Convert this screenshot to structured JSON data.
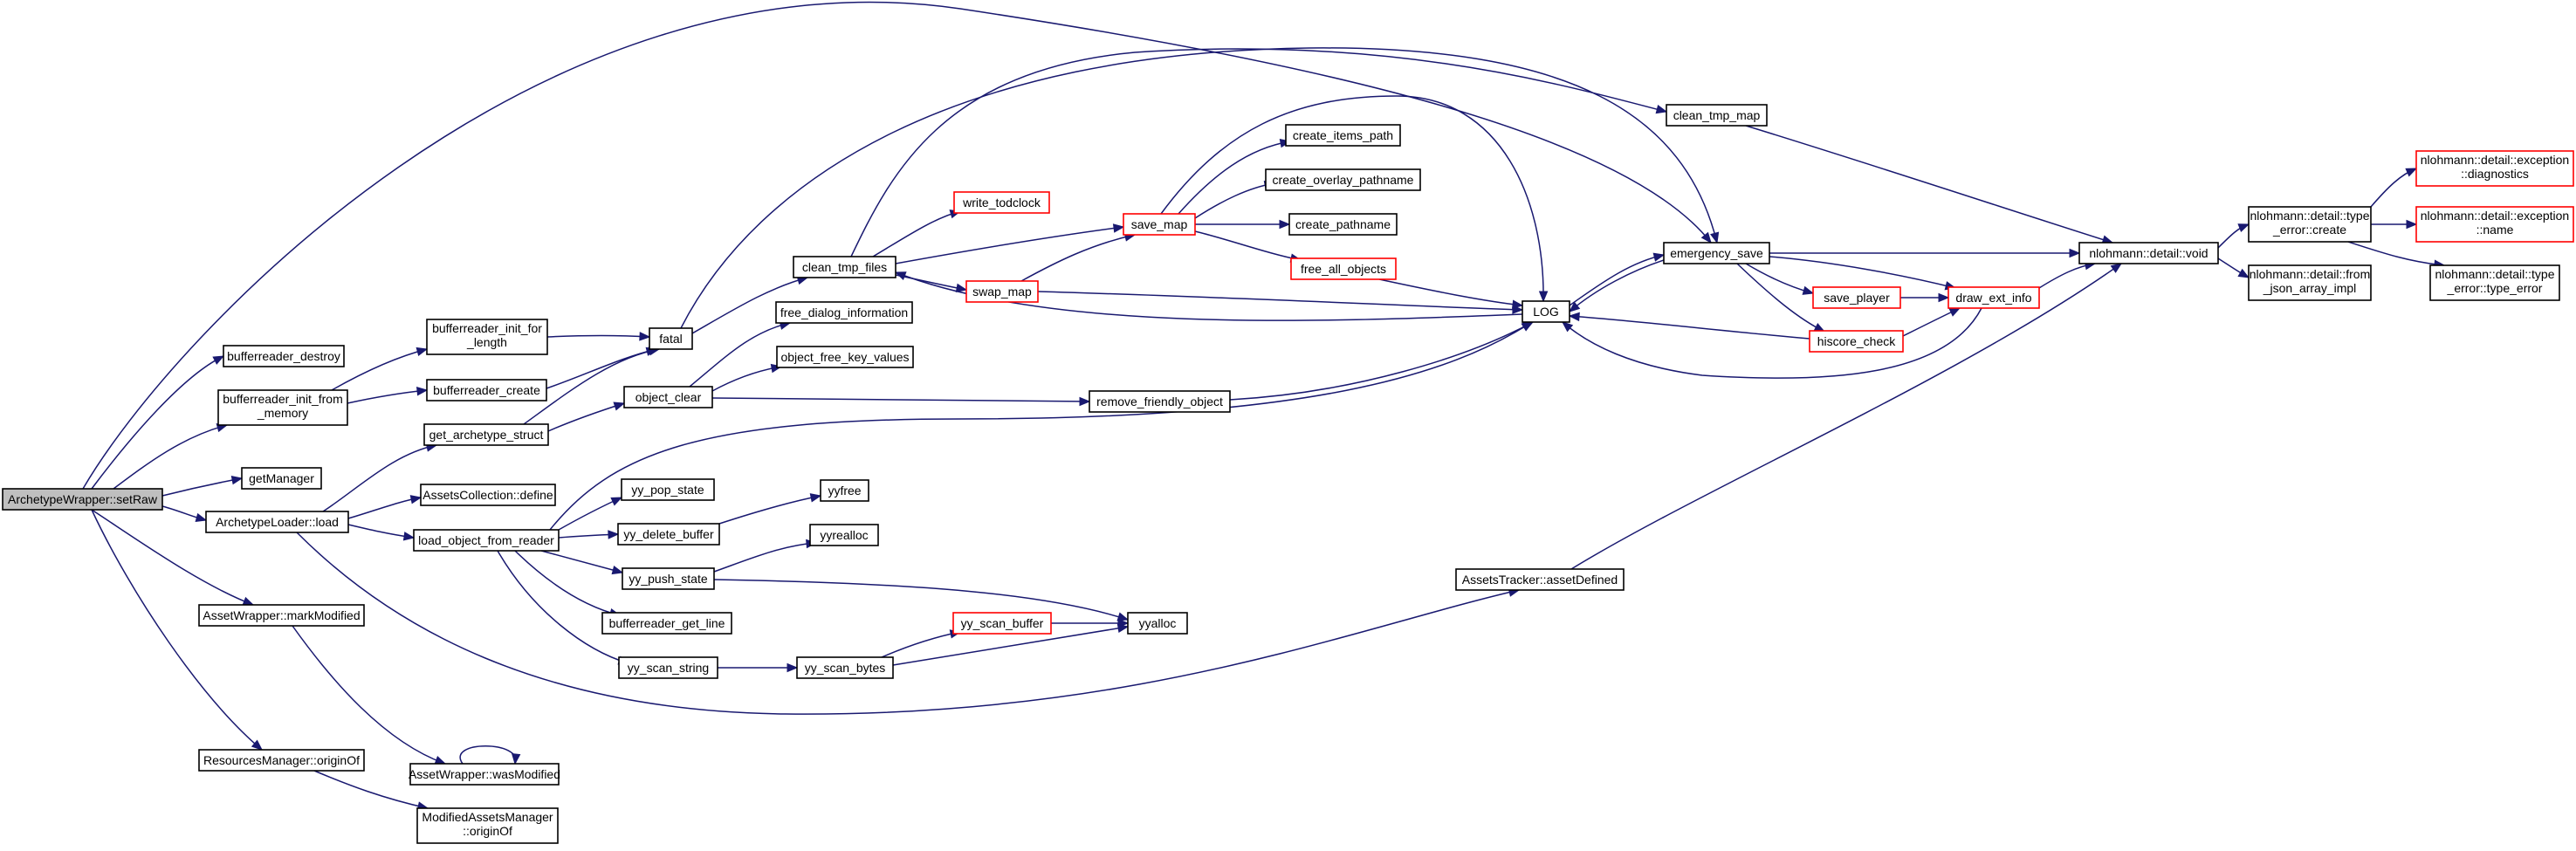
{
  "graph": {
    "colors": {
      "edge": "#191970",
      "node_border": "#000000",
      "node_border_truncated": "#ff0000",
      "root_fill": "#bfbfbf",
      "node_fill": "#ffffff"
    },
    "nodes": [
      {
        "id": "setRaw",
        "lines": [
          "ArchetypeWrapper::setRaw"
        ],
        "style": "root"
      },
      {
        "id": "bufferreader_destroy",
        "lines": [
          "bufferreader_destroy"
        ],
        "style": "normal"
      },
      {
        "id": "bufferreader_init_from_memory",
        "lines": [
          "bufferreader_init_from",
          "_memory"
        ],
        "style": "normal"
      },
      {
        "id": "getManager",
        "lines": [
          "getManager"
        ],
        "style": "normal"
      },
      {
        "id": "ArchetypeLoader_load",
        "lines": [
          "ArchetypeLoader::load"
        ],
        "style": "normal"
      },
      {
        "id": "markModified",
        "lines": [
          "AssetWrapper::markModified"
        ],
        "style": "normal"
      },
      {
        "id": "originOf",
        "lines": [
          "ResourcesManager::originOf"
        ],
        "style": "normal"
      },
      {
        "id": "bufferreader_init_for_length",
        "lines": [
          "bufferreader_init_for",
          "_length"
        ],
        "style": "normal"
      },
      {
        "id": "bufferreader_create",
        "lines": [
          "bufferreader_create"
        ],
        "style": "normal"
      },
      {
        "id": "get_archetype_struct",
        "lines": [
          "get_archetype_struct"
        ],
        "style": "normal"
      },
      {
        "id": "AssetsCollection_define",
        "lines": [
          "AssetsCollection::define"
        ],
        "style": "normal"
      },
      {
        "id": "load_object_from_reader",
        "lines": [
          "load_object_from_reader"
        ],
        "style": "normal"
      },
      {
        "id": "wasModified",
        "lines": [
          "AssetWrapper::wasModified"
        ],
        "style": "normal"
      },
      {
        "id": "ModifiedAssetsManager_originOf",
        "lines": [
          "ModifiedAssetsManager",
          "::originOf"
        ],
        "style": "normal"
      },
      {
        "id": "fatal",
        "lines": [
          "fatal"
        ],
        "style": "normal"
      },
      {
        "id": "object_clear",
        "lines": [
          "object_clear"
        ],
        "style": "normal"
      },
      {
        "id": "yy_pop_state",
        "lines": [
          "yy_pop_state"
        ],
        "style": "normal"
      },
      {
        "id": "yy_delete_buffer",
        "lines": [
          "yy_delete_buffer"
        ],
        "style": "normal"
      },
      {
        "id": "yy_push_state",
        "lines": [
          "yy_push_state"
        ],
        "style": "normal"
      },
      {
        "id": "bufferreader_get_line",
        "lines": [
          "bufferreader_get_line"
        ],
        "style": "normal"
      },
      {
        "id": "yy_scan_string",
        "lines": [
          "yy_scan_string"
        ],
        "style": "normal"
      },
      {
        "id": "clean_tmp_files",
        "lines": [
          "clean_tmp_files"
        ],
        "style": "normal"
      },
      {
        "id": "free_dialog_information",
        "lines": [
          "free_dialog_information"
        ],
        "style": "normal"
      },
      {
        "id": "object_free_key_values",
        "lines": [
          "object_free_key_values"
        ],
        "style": "normal"
      },
      {
        "id": "yyfree",
        "lines": [
          "yyfree"
        ],
        "style": "normal"
      },
      {
        "id": "yyrealloc",
        "lines": [
          "yyrealloc"
        ],
        "style": "normal"
      },
      {
        "id": "yy_scan_bytes",
        "lines": [
          "yy_scan_bytes"
        ],
        "style": "normal"
      },
      {
        "id": "write_todclock",
        "lines": [
          "write_todclock"
        ],
        "style": "truncated"
      },
      {
        "id": "swap_map",
        "lines": [
          "swap_map"
        ],
        "style": "truncated"
      },
      {
        "id": "yy_scan_buffer",
        "lines": [
          "yy_scan_buffer"
        ],
        "style": "truncated"
      },
      {
        "id": "save_map",
        "lines": [
          "save_map"
        ],
        "style": "truncated"
      },
      {
        "id": "yyalloc",
        "lines": [
          "yyalloc"
        ],
        "style": "normal"
      },
      {
        "id": "create_items_path",
        "lines": [
          "create_items_path"
        ],
        "style": "normal"
      },
      {
        "id": "create_overlay_pathname",
        "lines": [
          "create_overlay_pathname"
        ],
        "style": "normal"
      },
      {
        "id": "create_pathname",
        "lines": [
          "create_pathname"
        ],
        "style": "normal"
      },
      {
        "id": "free_all_objects",
        "lines": [
          "free_all_objects"
        ],
        "style": "truncated"
      },
      {
        "id": "remove_friendly_object",
        "lines": [
          "remove_friendly_object"
        ],
        "style": "normal"
      },
      {
        "id": "LOG",
        "lines": [
          "LOG"
        ],
        "style": "normal"
      },
      {
        "id": "AssetsTracker_assetDefined",
        "lines": [
          "AssetsTracker::assetDefined"
        ],
        "style": "normal"
      },
      {
        "id": "clean_tmp_map",
        "lines": [
          "clean_tmp_map"
        ],
        "style": "normal"
      },
      {
        "id": "emergency_save",
        "lines": [
          "emergency_save"
        ],
        "style": "normal"
      },
      {
        "id": "save_player",
        "lines": [
          "save_player"
        ],
        "style": "truncated"
      },
      {
        "id": "hiscore_check",
        "lines": [
          "hiscore_check"
        ],
        "style": "truncated"
      },
      {
        "id": "draw_ext_info",
        "lines": [
          "draw_ext_info"
        ],
        "style": "truncated"
      },
      {
        "id": "nlohmann_void",
        "lines": [
          "nlohmann::detail::void"
        ],
        "style": "normal"
      },
      {
        "id": "type_error_create",
        "lines": [
          "nlohmann::detail::type",
          "_error::create"
        ],
        "style": "normal"
      },
      {
        "id": "from_json_array_impl",
        "lines": [
          "nlohmann::detail::from",
          "_json_array_impl"
        ],
        "style": "normal"
      },
      {
        "id": "exception_diagnostics",
        "lines": [
          "nlohmann::detail::exception",
          "::diagnostics"
        ],
        "style": "truncated"
      },
      {
        "id": "exception_name",
        "lines": [
          "nlohmann::detail::exception",
          "::name"
        ],
        "style": "truncated"
      },
      {
        "id": "type_error_type_error",
        "lines": [
          "nlohmann::detail::type",
          "_error::type_error"
        ],
        "style": "normal"
      }
    ],
    "edges": [
      [
        "setRaw",
        "bufferreader_destroy"
      ],
      [
        "setRaw",
        "bufferreader_init_from_memory"
      ],
      [
        "setRaw",
        "getManager"
      ],
      [
        "setRaw",
        "ArchetypeLoader_load"
      ],
      [
        "setRaw",
        "markModified"
      ],
      [
        "setRaw",
        "originOf"
      ],
      [
        "setRaw",
        "fatal"
      ],
      [
        "bufferreader_init_from_memory",
        "bufferreader_init_for_length"
      ],
      [
        "bufferreader_init_from_memory",
        "bufferreader_create"
      ],
      [
        "bufferreader_init_for_length",
        "fatal"
      ],
      [
        "bufferreader_create",
        "fatal"
      ],
      [
        "ArchetypeLoader_load",
        "get_archetype_struct"
      ],
      [
        "ArchetypeLoader_load",
        "AssetsCollection_define"
      ],
      [
        "ArchetypeLoader_load",
        "load_object_from_reader"
      ],
      [
        "ArchetypeLoader_load",
        "AssetsTracker_assetDefined"
      ],
      [
        "get_archetype_struct",
        "fatal"
      ],
      [
        "get_archetype_struct",
        "object_clear"
      ],
      [
        "markModified",
        "wasModified"
      ],
      [
        "wasModified",
        "wasModified"
      ],
      [
        "originOf",
        "ModifiedAssetsManager_originOf"
      ],
      [
        "fatal",
        "clean_tmp_files"
      ],
      [
        "fatal",
        "emergency_save"
      ],
      [
        "object_clear",
        "free_dialog_information"
      ],
      [
        "object_clear",
        "object_free_key_values"
      ],
      [
        "object_clear",
        "remove_friendly_object"
      ],
      [
        "load_object_from_reader",
        "yy_pop_state"
      ],
      [
        "load_object_from_reader",
        "yy_delete_buffer"
      ],
      [
        "load_object_from_reader",
        "yy_push_state"
      ],
      [
        "load_object_from_reader",
        "bufferreader_get_line"
      ],
      [
        "load_object_from_reader",
        "yy_scan_string"
      ],
      [
        "load_object_from_reader",
        "LOG"
      ],
      [
        "yy_delete_buffer",
        "yyfree"
      ],
      [
        "yy_push_state",
        "yyrealloc"
      ],
      [
        "yy_push_state",
        "yyalloc"
      ],
      [
        "yy_scan_string",
        "yy_scan_bytes"
      ],
      [
        "yy_scan_bytes",
        "yy_scan_buffer"
      ],
      [
        "yy_scan_bytes",
        "yyalloc"
      ],
      [
        "yy_scan_buffer",
        "yyalloc"
      ],
      [
        "clean_tmp_files",
        "write_todclock"
      ],
      [
        "clean_tmp_files",
        "save_map"
      ],
      [
        "clean_tmp_files",
        "swap_map"
      ],
      [
        "clean_tmp_files",
        "clean_tmp_map"
      ],
      [
        "swap_map",
        "save_map"
      ],
      [
        "swap_map",
        "LOG"
      ],
      [
        "save_map",
        "create_items_path"
      ],
      [
        "save_map",
        "create_overlay_pathname"
      ],
      [
        "save_map",
        "create_pathname"
      ],
      [
        "save_map",
        "free_all_objects"
      ],
      [
        "save_map",
        "LOG"
      ],
      [
        "free_all_objects",
        "LOG"
      ],
      [
        "remove_friendly_object",
        "LOG"
      ],
      [
        "LOG",
        "clean_tmp_files"
      ],
      [
        "LOG",
        "emergency_save"
      ],
      [
        "emergency_save",
        "LOG"
      ],
      [
        "emergency_save",
        "save_player"
      ],
      [
        "emergency_save",
        "hiscore_check"
      ],
      [
        "emergency_save",
        "draw_ext_info"
      ],
      [
        "emergency_save",
        "nlohmann_void"
      ],
      [
        "save_player",
        "draw_ext_info"
      ],
      [
        "hiscore_check",
        "draw_ext_info"
      ],
      [
        "hiscore_check",
        "LOG"
      ],
      [
        "draw_ext_info",
        "LOG"
      ],
      [
        "draw_ext_info",
        "nlohmann_void"
      ],
      [
        "clean_tmp_map",
        "nlohmann_void"
      ],
      [
        "AssetsTracker_assetDefined",
        "nlohmann_void"
      ],
      [
        "nlohmann_void",
        "type_error_create"
      ],
      [
        "nlohmann_void",
        "from_json_array_impl"
      ],
      [
        "type_error_create",
        "exception_diagnostics"
      ],
      [
        "type_error_create",
        "exception_name"
      ],
      [
        "type_error_create",
        "type_error_type_error"
      ]
    ]
  }
}
